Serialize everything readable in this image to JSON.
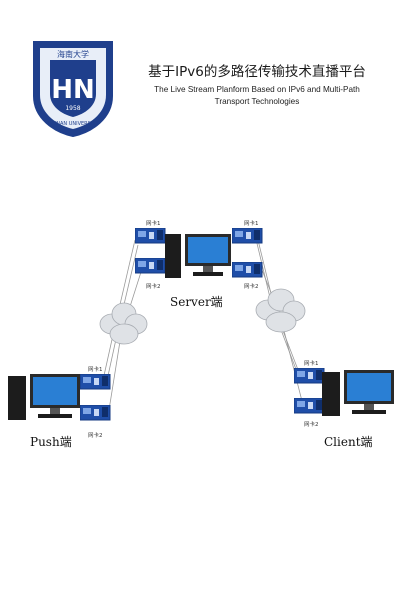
{
  "header": {
    "title_zh": "基于IPv6的多路径传输技术直播平台",
    "title_en_line1": "The Live Stream Planform Based on IPv6 and Multi-Path",
    "title_en_line2": "Transport Technologies"
  },
  "logo": {
    "letters": "HN",
    "ring_top": "海南大学",
    "ring_text": "HAINAN UNIVERSITY",
    "year": "1958",
    "colors": {
      "primary": "#1f3f8c",
      "light": "#e8eef8"
    }
  },
  "nodes": {
    "server": {
      "label": "Server端",
      "nic1": "网卡1",
      "nic2": "网卡2"
    },
    "push": {
      "label": "Push端",
      "nic1": "网卡1",
      "nic2": "网卡2"
    },
    "client": {
      "label": "Client端",
      "nic1": "网卡1",
      "nic2": "网卡2"
    }
  },
  "icons": {
    "computer": "desktop-computer-icon",
    "nic": "network-card-icon",
    "network": "cloud-network-icon"
  },
  "colors": {
    "nic_blue": "#1f4ea8",
    "screen_blue": "#2a7fd4",
    "cloud": "#dfe2e6"
  }
}
